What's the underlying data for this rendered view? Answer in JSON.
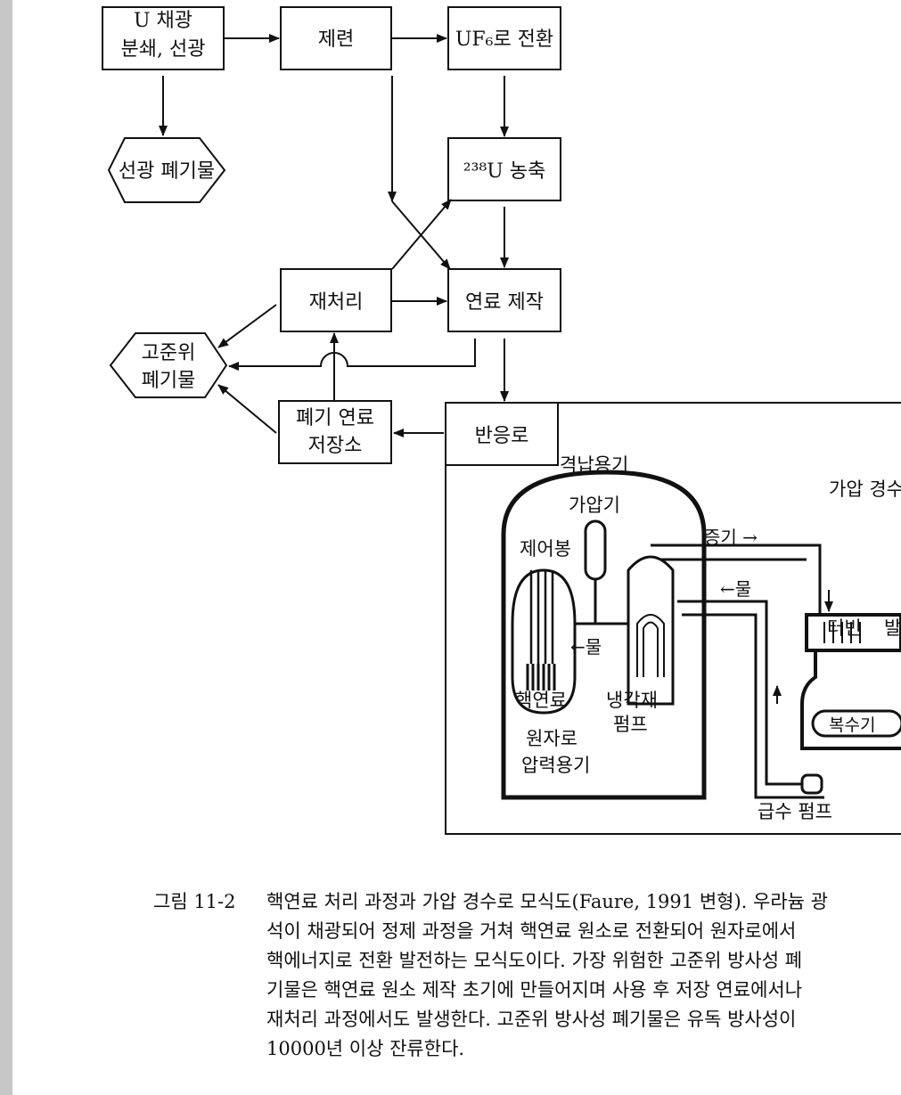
{
  "flow": {
    "mining": [
      "U 채광",
      "분쇄, 선광"
    ],
    "refining": "제련",
    "conversion": "UF₆로 전환",
    "tailings": "선광 폐기물",
    "enrichment": "²³⁸U 농축",
    "reprocessing": "재처리",
    "fabrication": "연료 제작",
    "hlw": [
      "고준위",
      "폐기물"
    ],
    "spent_storage": [
      "폐기 연료",
      "저장소"
    ],
    "reactor": "반응로"
  },
  "reactor_labels": {
    "containment": "격납용기",
    "pwr": "가압 경수로",
    "pressurizer": "가압기",
    "steam": "증기 →",
    "control_rods": "제어봉",
    "water_return": "←물",
    "water_inner": "←물",
    "turbine": "터빈",
    "generator": "발전기",
    "fuel": "핵연료",
    "coolant_pump": [
      "냉각재",
      "펌프"
    ],
    "condenser": "복수기",
    "vessel": [
      "원자로",
      "압력용기"
    ],
    "feed_pump": "급수 펌프"
  },
  "caption": {
    "label": "그림 11-2",
    "lines": [
      "핵연료 처리 과정과 가압 경수로 모식도(Faure, 1991 변형). 우라늄 광",
      "석이 채광되어 정제 과정을 거쳐 핵연료 원소로 전환되어 원자로에서",
      "핵에너지로 전환 발전하는 모식도이다. 가장 위험한 고준위 방사성 폐",
      "기물은 핵연료 원소 제작 초기에 만들어지며 사용 후 저장 연료에서나",
      "재처리 과정에서도 발생한다. 고준위 방사성 폐기물은 유독 방사성이",
      "10000년 이상 잔류한다."
    ]
  }
}
